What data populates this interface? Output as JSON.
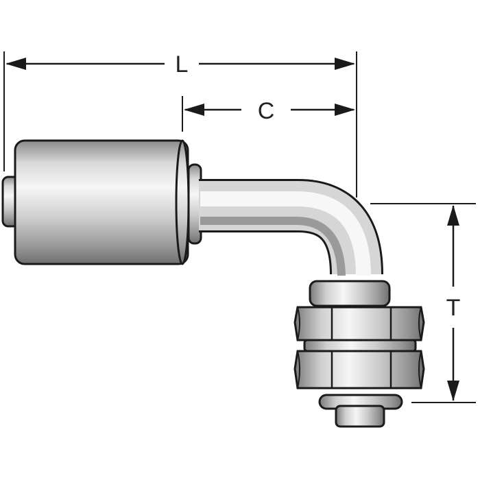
{
  "dimensions": {
    "length_label": "L",
    "centerline_label": "C",
    "height_label": "T"
  },
  "colors": {
    "outline": "#1a1a1a",
    "metal_light": "#f4f4f4",
    "metal_mid": "#c9c9c9",
    "metal_dark": "#7e7e7e"
  }
}
